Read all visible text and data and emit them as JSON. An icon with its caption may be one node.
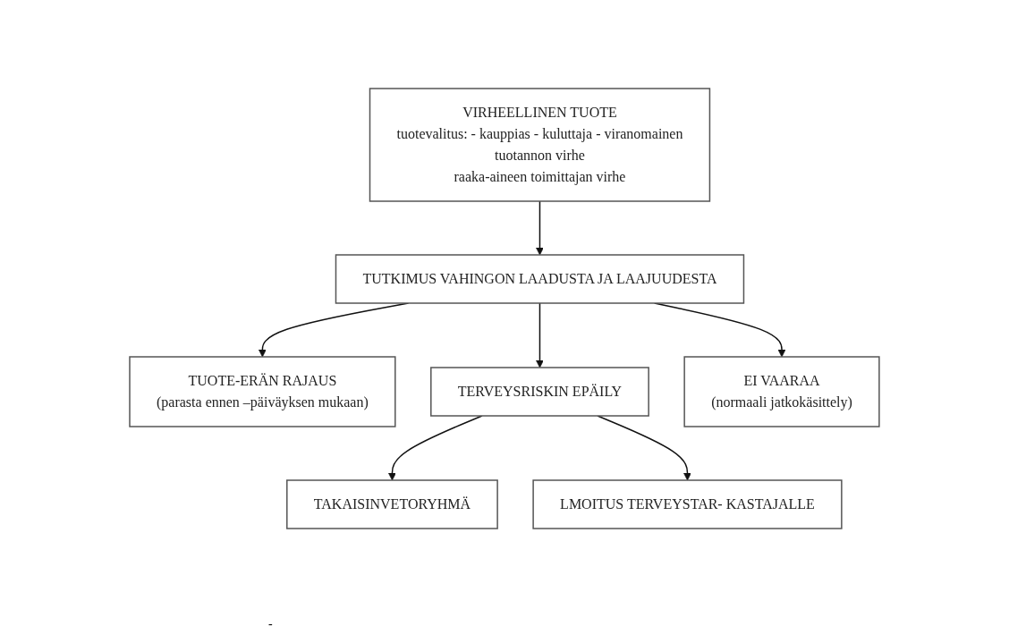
{
  "diagram": {
    "nodes": [
      {
        "text": [
          "VIRHEELLINEN TUOTE",
          "tuotevalitus: - kauppias - kuluttaja - viranomainen",
          "tuotannon virhe",
          "raaka-aineen toimittajan virhe"
        ]
      },
      {
        "text": [
          "TUTKIMUS VAHINGON LAADUSTA JA LAAJUUDESTA"
        ]
      },
      {
        "text": [
          "TUOTE-ERÄN RAJAUS",
          "(parasta ennen –päiväyksen mukaan)"
        ]
      },
      {
        "text": [
          "TERVEYSRISKIN EPÄILY"
        ]
      },
      {
        "text": [
          "EI VAARAA",
          "(normaali jatkokäsittely)"
        ]
      },
      {
        "text": [
          "TAKAISINVETORYHMÄ"
        ]
      },
      {
        "text": [
          "LMOITUS TERVEYSTAR- KASTAJALLE"
        ]
      }
    ],
    "edges": [
      {
        "from": 0,
        "to": 1,
        "arrow": "to"
      },
      {
        "from": 1,
        "to": 2,
        "arrow": "to"
      },
      {
        "from": 1,
        "to": 3,
        "arrow": "to"
      },
      {
        "from": 1,
        "to": 4,
        "arrow": "to"
      },
      {
        "from": 3,
        "to": 5,
        "arrow": "to"
      },
      {
        "from": 3,
        "to": 6,
        "arrow": "to"
      }
    ],
    "labels": [
      "-"
    ]
  }
}
